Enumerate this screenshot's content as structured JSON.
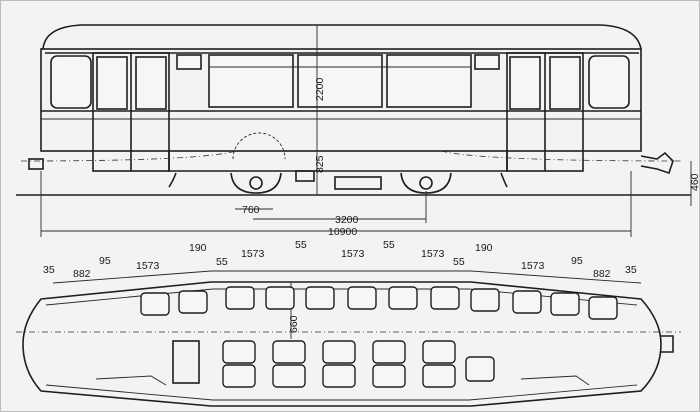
{
  "side_view": {
    "height_body": "2200",
    "floor_height": "825",
    "coupler_height": "460",
    "wheel_diameter": "760",
    "wheelbase": "3200",
    "overall_length": "10900"
  },
  "plan_view": {
    "dims": [
      "35",
      "882",
      "95",
      "1573",
      "190",
      "55",
      "1573",
      "55",
      "1573",
      "55",
      "1573",
      "55",
      "190",
      "1573",
      "95",
      "882",
      "35"
    ],
    "aisle_width": "660"
  }
}
